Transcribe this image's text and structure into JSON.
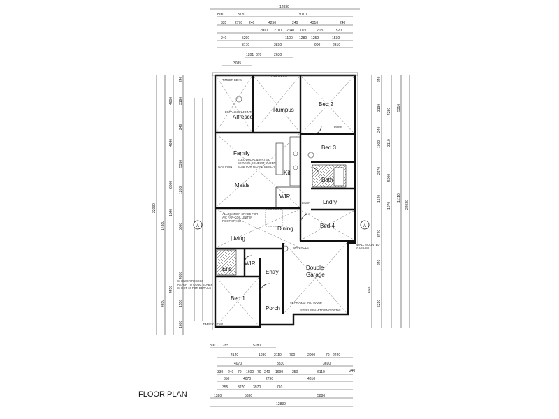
{
  "title": "FLOOR PLAN",
  "rooms": {
    "alfresco": "Alfresco",
    "rumpus": "Rumpus",
    "bed2": "Bed 2",
    "bed3": "Bed 3",
    "family": "Family",
    "kit": "Kit.",
    "bath": "Bath",
    "meals": "Meals",
    "wip": "WIP",
    "lndry": "Lndry",
    "bed4": "Bed 4",
    "living": "Living",
    "dining": "Dining",
    "wir": "WIR",
    "ens": "Ens",
    "entry": "Entry",
    "garage_line1": "Double",
    "garage_line2": "Garage",
    "bed1": "Bed 1",
    "porch": "Porch"
  },
  "dimensions": {
    "top_overall": "12830",
    "top_row1": [
      "800",
      "3120",
      "9110"
    ],
    "top_row2": [
      "335",
      "2770",
      "240",
      "4250",
      "240",
      "4310",
      "240"
    ],
    "top_row3": [
      "2000",
      "2110",
      "2040",
      "1030",
      "2070",
      "1520"
    ],
    "top_row4": [
      "240",
      "5290",
      "1100",
      "1280",
      "1250",
      "1530"
    ],
    "top_row5": [
      "3170",
      "2830",
      "900",
      "2310"
    ],
    "top_row6": [
      "1201",
      "870",
      "2630"
    ],
    "top_row7": [
      "3085"
    ],
    "left_overall": "22030",
    "left_col1": [
      "17380",
      "4650"
    ],
    "left_col2": [
      "4600",
      "4640",
      "6000",
      "1540",
      "4450"
    ],
    "left_col3": [
      "240",
      "3190",
      "240",
      "5350",
      "1200",
      "5000",
      "4300",
      "1550",
      "1600"
    ],
    "right_overall": "22030",
    "right_col1": [
      "5310",
      "11110",
      "4500"
    ],
    "right_col2": [
      "4280",
      "3110",
      "5000",
      "1070"
    ],
    "right_col3": [
      "240",
      "3130",
      "240",
      "1000",
      "2670",
      "1540",
      "3740",
      "240",
      "5210"
    ],
    "bottom_row1": [
      "800",
      "1285",
      "5280"
    ],
    "bottom_row2": [
      "4140",
      "1030",
      "2110",
      "700",
      "2000",
      "70",
      "2240"
    ],
    "bottom_row3": [
      "4070",
      "3830",
      "3690",
      "240"
    ],
    "bottom_row4": [
      "330",
      "240",
      "70",
      "1600",
      "70",
      "240",
      "1690",
      "250",
      "6110"
    ],
    "bottom_row5": [
      "350",
      "4070",
      "2790",
      "4810"
    ],
    "bottom_row6": [
      "355",
      "3270",
      "3970",
      "710"
    ],
    "bottom_row7": [
      "1320",
      "5630",
      "5880"
    ],
    "bottom_overall": "12830"
  },
  "notes": {
    "exp_joints": "EXPANSION JOINTS",
    "timber_beam": "TIMBER BEAM",
    "hob_door": "HOB DOOR",
    "electrical": "ELECTRICAL & WATER SERVICE CONDUIT UNDER SLAB FOR ISLAND BENCH",
    "aircon": "ALLOCATION SPACE FOR A/C FAN COIL UNIT IN ROOF SPACE",
    "shower": "SHOWER RECESS - REFER TO CONC SLAB & SHEET 10 FOR DETAILS",
    "wall_mounted": "WALL MOUNTED GAS HWU",
    "sectional_door": "SECTIONAL O/H DOOR",
    "steel_beam": "STEEL BEAM TO ENG DETAIL",
    "gas_point": "GAS POINT",
    "man_hole": "MAN HOLE",
    "linen": "LINEN",
    "robe": "ROBE",
    "section_marker": "A"
  }
}
